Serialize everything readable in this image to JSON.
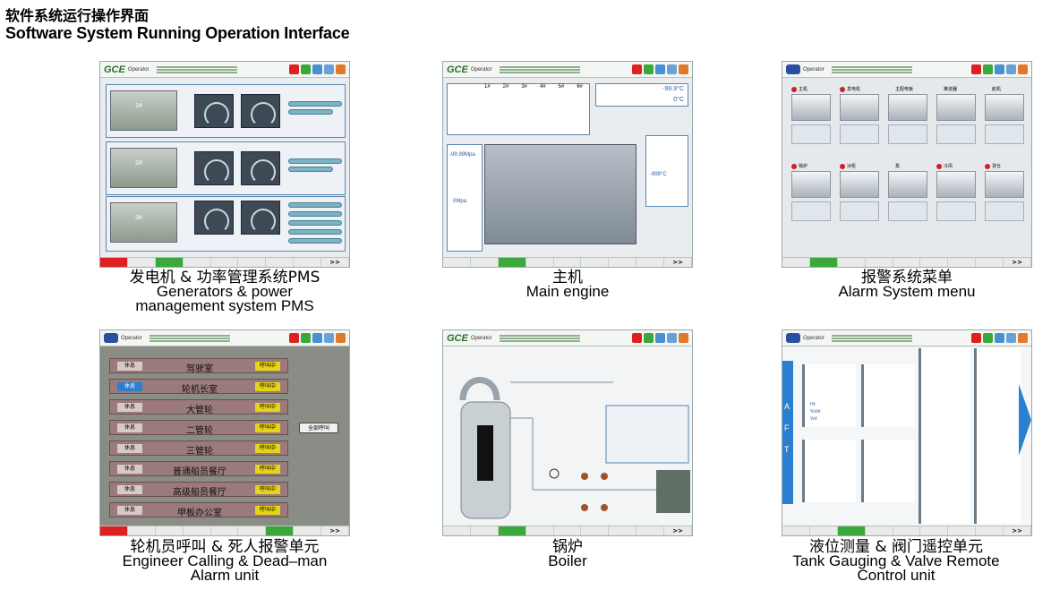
{
  "header": {
    "title_cn": "软件系统运行操作界面",
    "title_en": "Software System Running Operation Interface"
  },
  "captions": [
    {
      "cn": "发电机 & 功率管理系统PMS",
      "en1": "Generators & power",
      "en2": "management system PMS"
    },
    {
      "cn": "主机",
      "en1": "Main engine",
      "en2": ""
    },
    {
      "cn": "报警系统菜单",
      "en1": "Alarm System menu",
      "en2": ""
    },
    {
      "cn": "轮机员呼叫 & 死人报警单元",
      "en1": "Engineer Calling & Dead–man",
      "en2": "Alarm unit"
    },
    {
      "cn": "锅炉",
      "en1": "Boiler",
      "en2": ""
    },
    {
      "cn": "液位测量 & 阀门遥控单元",
      "en1": "Tank Gauging & Valve Remote",
      "en2": "Control unit"
    }
  ],
  "screens": {
    "logo_text": "GCE",
    "operator_label": "Operator",
    "more_label": ">>",
    "generators": [
      "1#",
      "2#",
      "3#"
    ],
    "main_engine": {
      "cylinders": [
        "1#",
        "2#",
        "3#",
        "4#",
        "5#",
        "6#"
      ],
      "readings": [
        "-99.9°C",
        "0°C",
        "0Mpa",
        "-99.99Mpa",
        "-999°C"
      ]
    },
    "call": {
      "rest_label": "休息",
      "call_label": "呼叫中",
      "all_call_label": "全部呼叫",
      "rooms": [
        "驾驶室",
        "轮机长室",
        "大管轮",
        "二管轮",
        "三管轮",
        "普通船员餐厅",
        "高级船员餐厅",
        "甲板办公室"
      ]
    },
    "alarm_tiles": [
      "主机",
      "发电机",
      "主配电板",
      "推进器",
      "舵机",
      "锅炉",
      "冰柜",
      "泵",
      "冷风",
      "货仓"
    ],
    "tank": {
      "side_letters": [
        "A",
        "F",
        "T"
      ],
      "labels": [
        "Ht:",
        "%Vol:",
        "Vol:"
      ]
    }
  },
  "colors": {
    "accent_blue": "#5b86b0",
    "alarm_red": "#e02020",
    "run_green": "#3aa83a",
    "call_yellow": "#e6d41a"
  }
}
